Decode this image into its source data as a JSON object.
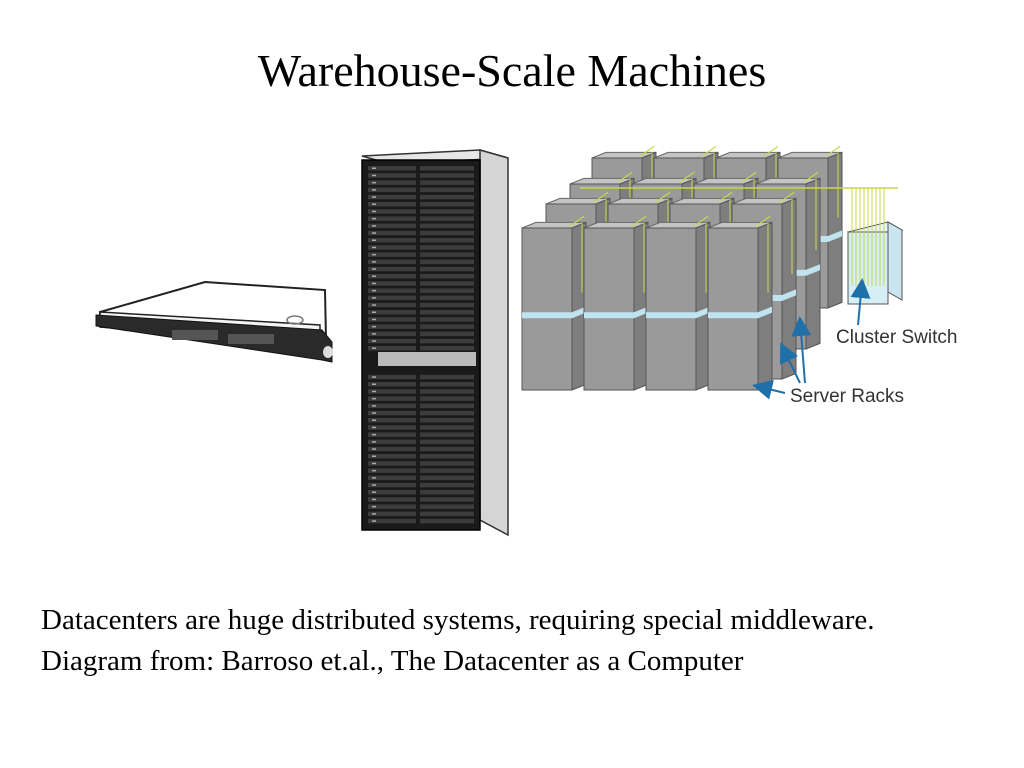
{
  "slide": {
    "title": "Warehouse-Scale Machines",
    "caption": "Datacenters are huge distributed systems, requiring special middleware. Diagram from: Barroso et.al., The Datacenter as a Computer"
  },
  "diagram": {
    "labels": {
      "cluster_switch": "Cluster Switch",
      "server_racks": "Server Racks"
    },
    "colors": {
      "rack_gray": "#9a9a9a",
      "rack_band": "#bfe3ef",
      "cable": "#c8d84a",
      "arrow": "#1f6fa8",
      "switch_fill": "#d6eef6"
    }
  }
}
